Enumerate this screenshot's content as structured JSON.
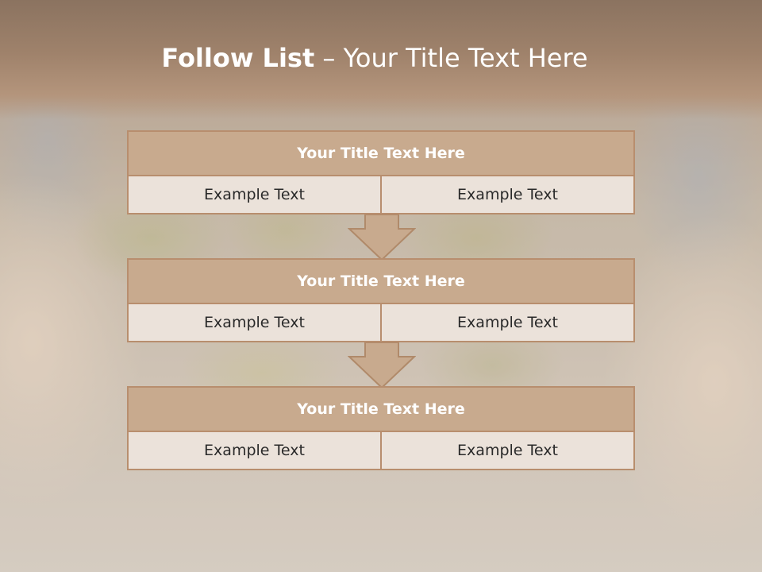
{
  "slide": {
    "title_bold": "Follow List",
    "title_rest": "– Your Title Text Here"
  },
  "blocks": [
    {
      "title": "Your Title Text Here",
      "left": "Example Text",
      "right": "Example Text"
    },
    {
      "title": "Your Title Text Here",
      "left": "Example Text",
      "right": "Example Text"
    },
    {
      "title": "Your Title Text Here",
      "left": "Example Text",
      "right": "Example Text"
    }
  ],
  "colors": {
    "header": "#9f826b",
    "block_title_fill": "#c8aa8e",
    "block_border": "#b88e6e",
    "cell_fill": "#ebe2da"
  }
}
